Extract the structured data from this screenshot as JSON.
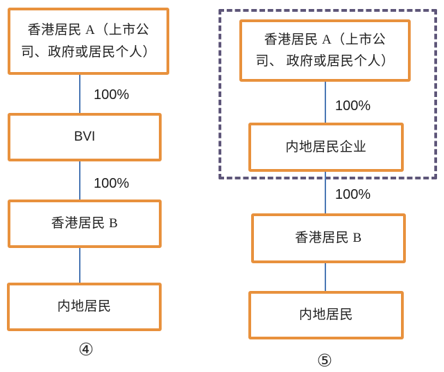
{
  "colors": {
    "box_border_orange": "#e8913d",
    "connector_blue": "#4a77b4",
    "dashed_group_purple": "#5e5679",
    "text": "#1f1f1f"
  },
  "left_diagram": {
    "nodes": {
      "hk_resident_a": "香港居民 A（上市公\n司、政府或居民个人）",
      "bvi": "BVI",
      "hk_resident_b": "香港居民 B",
      "mainland_resident": "内地居民"
    },
    "edge_labels": {
      "a_to_bvi": "100%",
      "bvi_to_b": "100%"
    },
    "caption": "④"
  },
  "right_diagram": {
    "nodes": {
      "hk_resident_a": "香港居民 A（上市公\n司、 政府或居民个人）",
      "mainland_resident_enterprise": "内地居民企业",
      "hk_resident_b": "香港居民 B",
      "mainland_resident": "内地居民"
    },
    "edge_labels": {
      "a_to_enterprise": "100%",
      "group_to_b": "100%"
    },
    "caption": "⑤"
  }
}
